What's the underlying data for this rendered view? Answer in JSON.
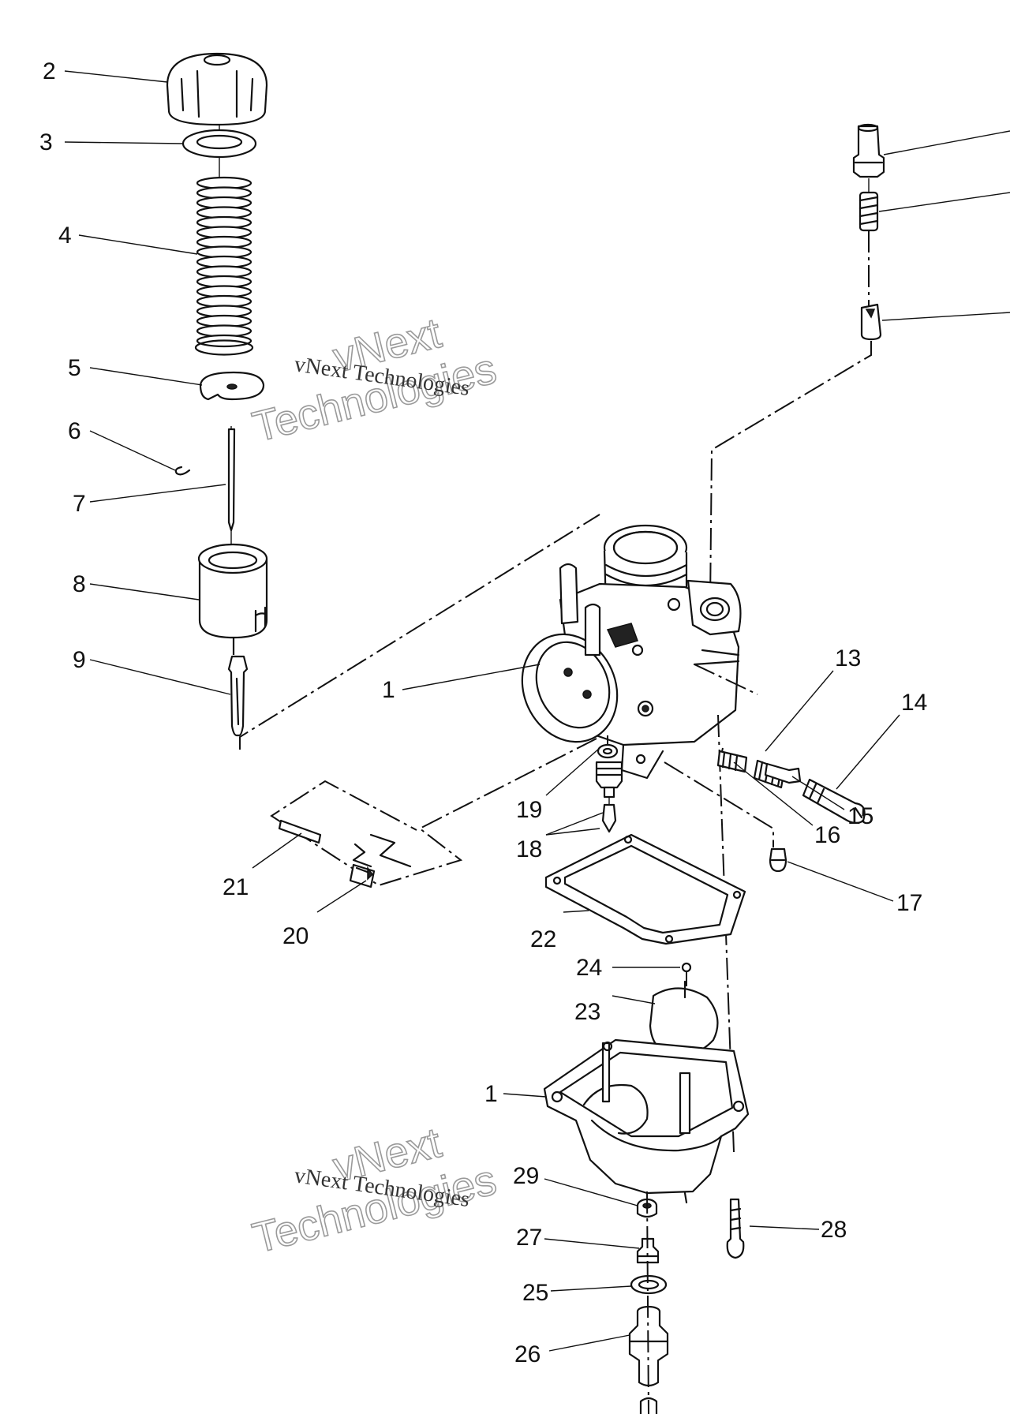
{
  "diagram": {
    "callouts": [
      {
        "id": "c2",
        "label": "2"
      },
      {
        "id": "c3",
        "label": "3"
      },
      {
        "id": "c4",
        "label": "4"
      },
      {
        "id": "c5",
        "label": "5"
      },
      {
        "id": "c6",
        "label": "6"
      },
      {
        "id": "c7",
        "label": "7"
      },
      {
        "id": "c8",
        "label": "8"
      },
      {
        "id": "c9",
        "label": "9"
      },
      {
        "id": "c1a",
        "label": "1"
      },
      {
        "id": "c13",
        "label": "13"
      },
      {
        "id": "c14",
        "label": "14"
      },
      {
        "id": "c15",
        "label": "15"
      },
      {
        "id": "c16",
        "label": "16"
      },
      {
        "id": "c17",
        "label": "17"
      },
      {
        "id": "c18",
        "label": "18"
      },
      {
        "id": "c19",
        "label": "19"
      },
      {
        "id": "c20",
        "label": "20"
      },
      {
        "id": "c21",
        "label": "21"
      },
      {
        "id": "c22",
        "label": "22"
      },
      {
        "id": "c23",
        "label": "23"
      },
      {
        "id": "c24",
        "label": "24"
      },
      {
        "id": "c1b",
        "label": "1"
      },
      {
        "id": "c25",
        "label": "25"
      },
      {
        "id": "c26",
        "label": "26"
      },
      {
        "id": "c27",
        "label": "27"
      },
      {
        "id": "c28",
        "label": "28"
      },
      {
        "id": "c29",
        "label": "29"
      }
    ]
  },
  "watermarks": [
    {
      "id": "wm1",
      "serif": "vNext Technologies",
      "outline_top": "vNext",
      "outline_bottom": "Technologies"
    },
    {
      "id": "wm2",
      "serif": "vNext Technologies",
      "outline_top": "vNext",
      "outline_bottom": "Technologies"
    }
  ]
}
